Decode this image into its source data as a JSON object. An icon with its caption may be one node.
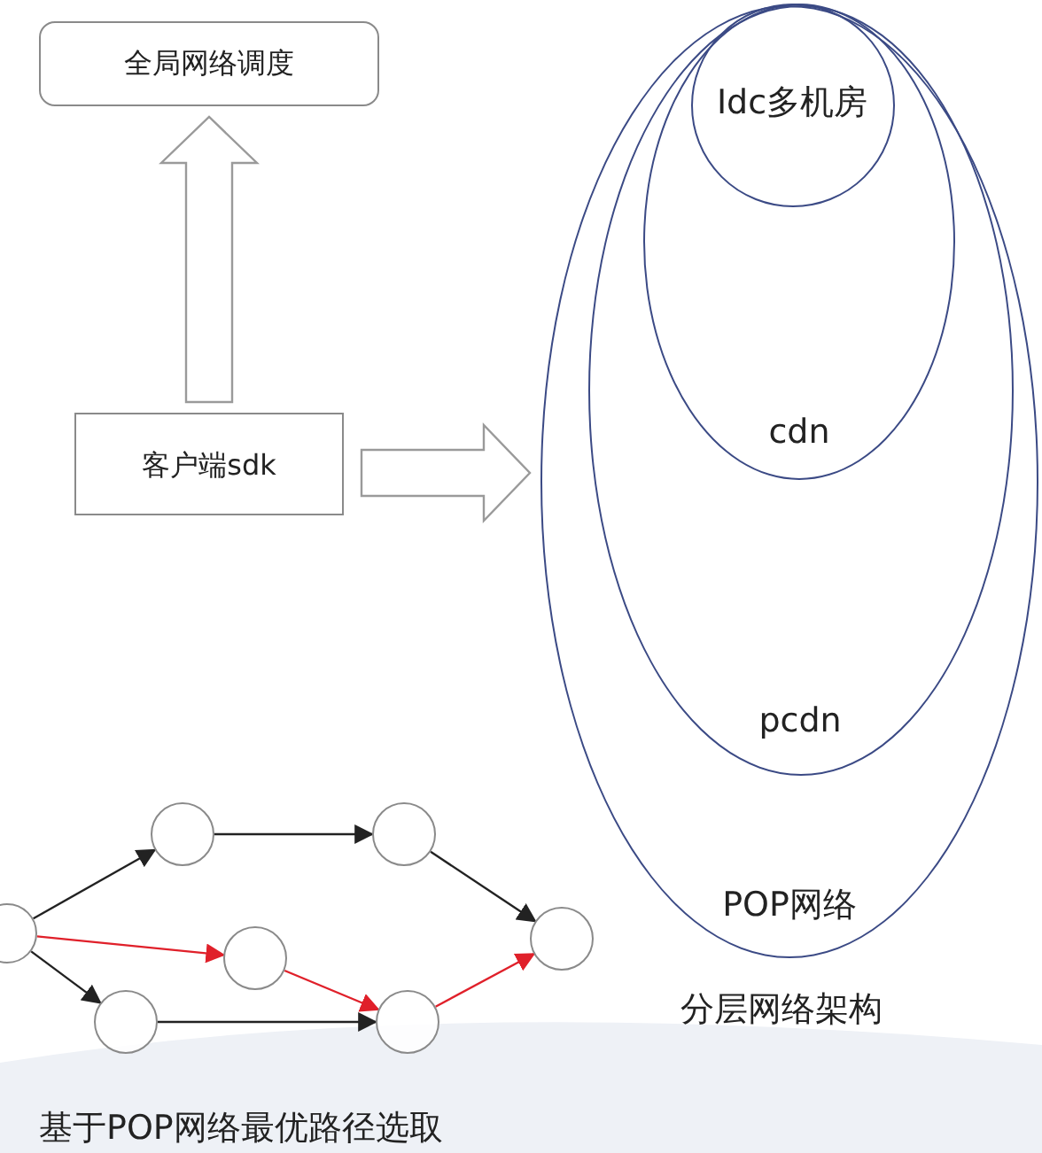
{
  "diagram": {
    "nodes": [
      {
        "text": [
          "全局网络调度"
        ]
      },
      {
        "text": [
          "客户端sdk"
        ]
      },
      {
        "text": [
          "POP网络"
        ]
      },
      {
        "text": [
          "pcdn"
        ],
        "in": 2
      },
      {
        "text": [
          "cdn"
        ],
        "in": 3
      },
      {
        "text": [
          "Idc多机房"
        ],
        "in": 4
      },
      {
        "text": [],
        "shape": "circle"
      },
      {
        "text": [],
        "shape": "circle"
      },
      {
        "text": [],
        "shape": "circle"
      },
      {
        "text": [],
        "shape": "circle"
      },
      {
        "text": [],
        "shape": "circle"
      },
      {
        "text": [],
        "shape": "circle"
      },
      {
        "text": [],
        "shape": "circle"
      }
    ],
    "edges": [
      {
        "from": 1,
        "to": 0,
        "arrow": "to",
        "style": "thick"
      },
      {
        "from": 1,
        "to": 2,
        "arrow": "to",
        "style": "thick"
      },
      {
        "from": 6,
        "to": 8,
        "arrow": "to"
      },
      {
        "from": 6,
        "to": 9,
        "arrow": "to",
        "color": "#e0202a"
      },
      {
        "from": 6,
        "to": 7,
        "arrow": "to"
      },
      {
        "from": 8,
        "to": 10,
        "arrow": "to"
      },
      {
        "from": 10,
        "to": 12,
        "arrow": "to"
      },
      {
        "from": 9,
        "to": 11,
        "arrow": "to",
        "color": "#e0202a"
      },
      {
        "from": 7,
        "to": 11,
        "arrow": "to"
      },
      {
        "from": 11,
        "to": 12,
        "arrow": "to",
        "color": "#e0202a"
      }
    ],
    "labels": [
      "分层网络架构",
      "基于POP网络最优路径选取"
    ]
  }
}
